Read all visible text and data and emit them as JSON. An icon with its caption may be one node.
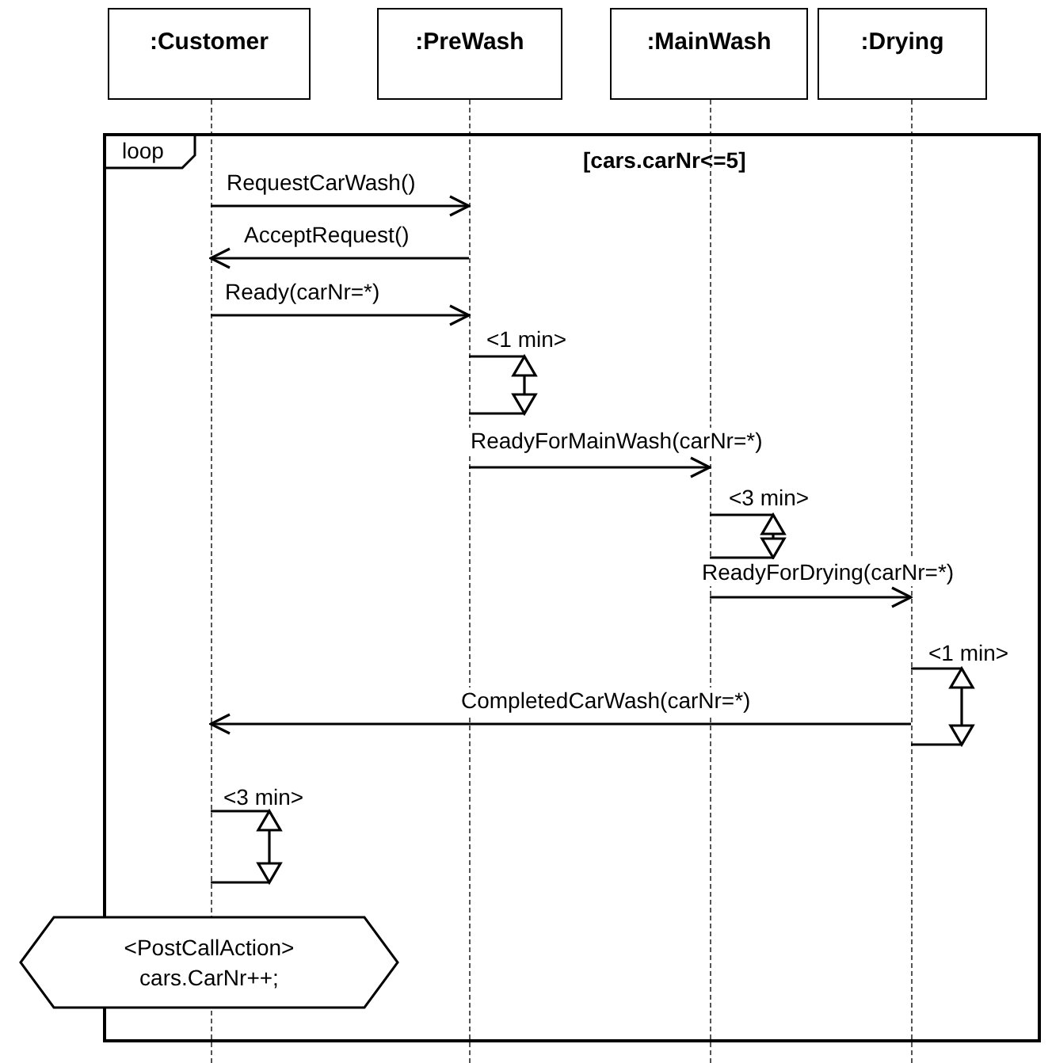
{
  "diagram": {
    "nodes": [
      {
        "text": [
          ":Customer"
        ]
      },
      {
        "text": [
          ":PreWash"
        ]
      },
      {
        "text": [
          ":MainWash"
        ]
      },
      {
        "text": [
          ":Drying"
        ]
      },
      {
        "text": [],
        "shape": "line"
      },
      {
        "text": [],
        "shape": "line"
      },
      {
        "text": [],
        "shape": "line"
      },
      {
        "text": [],
        "shape": "line"
      },
      {
        "text": [
          "<PostCallAction>",
          "cars.CarNr++;"
        ]
      }
    ],
    "edges": [
      {
        "from": 4,
        "to": 5,
        "arrow": "to",
        "label": "RequestCarWash()"
      },
      {
        "from": 5,
        "to": 4,
        "arrow": "to",
        "label": "AcceptRequest()"
      },
      {
        "from": 4,
        "to": 5,
        "arrow": "to",
        "label": "Ready(carNr=*)"
      },
      {
        "from": 5,
        "to": 6,
        "arrow": "to",
        "label": "ReadyForMainWash(carNr=*)"
      },
      {
        "from": 6,
        "to": 7,
        "arrow": "to",
        "label": "ReadyForDrying(carNr=*)"
      },
      {
        "from": 7,
        "to": 4,
        "arrow": "to",
        "label": "CompletedCarWash(carNr=*)"
      }
    ],
    "labels": [
      "loop",
      "[cars.carNr<=5]",
      "<1 min>",
      "<3 min>",
      "<1 min>",
      "<3 min>"
    ]
  }
}
